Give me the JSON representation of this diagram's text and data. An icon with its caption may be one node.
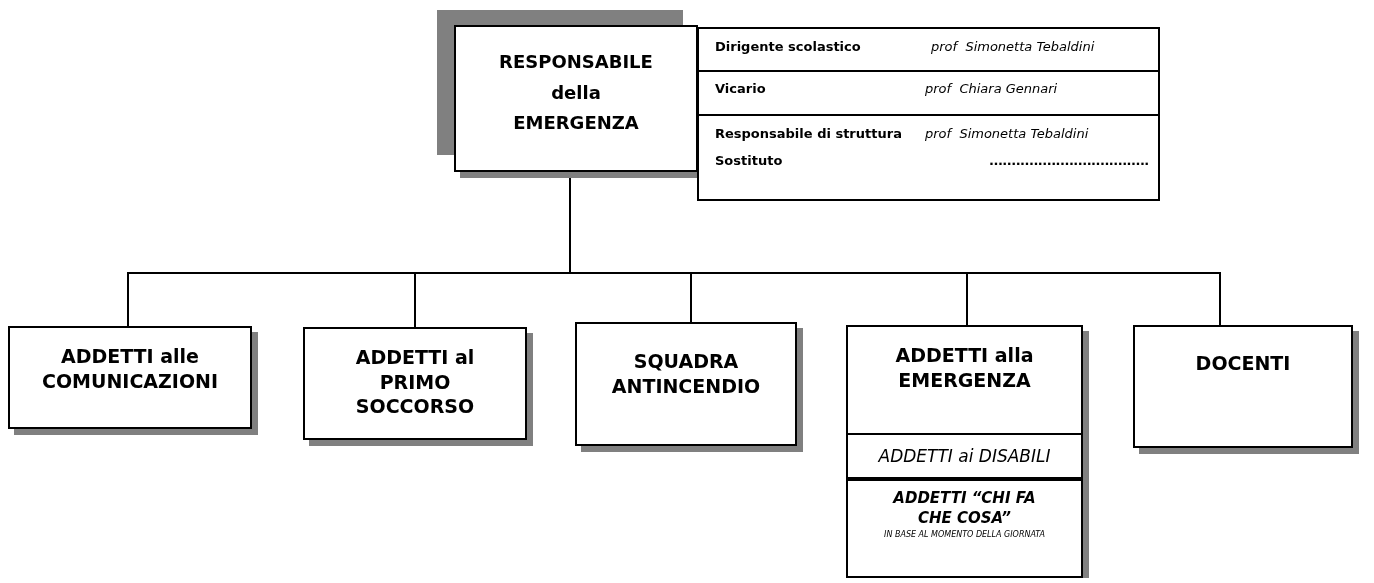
{
  "diagram": {
    "nodes": [
      {
        "text": [
          "RESPONSABILE della EMERGENZA"
        ]
      },
      {
        "text": [
          "Dirigente scolastico",
          "prof  Simonetta Tebaldini",
          "Vicario",
          "prof  Chiara Gennari",
          "Responsabile di struttura",
          "prof  Simonetta Tebaldini",
          "Sostituto",
          "...................................."
        ]
      },
      {
        "text": [
          "ADDETTI alle COMUNICAZIONI"
        ]
      },
      {
        "text": [
          "ADDETTI al PRIMO SOCCORSO"
        ]
      },
      {
        "text": [
          "SQUADRA ANTINCENDIO"
        ]
      },
      {
        "text": [
          "ADDETTI alla EMERGENZA"
        ]
      },
      {
        "text": [
          "DOCENTI"
        ]
      },
      {
        "text": [
          "ADDETTI ai DISABILI"
        ]
      },
      {
        "text": [
          "ADDETTI “CHI FA CHE COSA”",
          "IN BASE AL MOMENTO DELLA GIORNATA"
        ]
      }
    ],
    "edges": [
      {
        "from": 0,
        "to": 2,
        "arrow": "none"
      },
      {
        "from": 0,
        "to": 3,
        "arrow": "none"
      },
      {
        "from": 0,
        "to": 4,
        "arrow": "none"
      },
      {
        "from": 0,
        "to": 5,
        "arrow": "none"
      },
      {
        "from": 0,
        "to": 6,
        "arrow": "none"
      }
    ]
  }
}
